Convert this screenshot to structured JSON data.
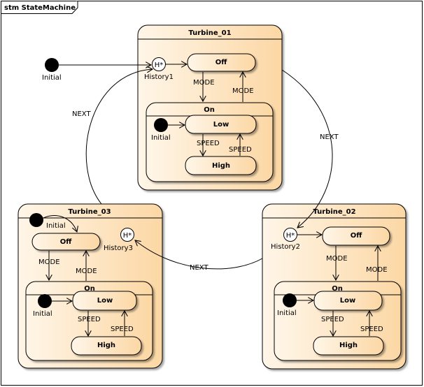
{
  "frame": {
    "title": "stm StateMachine"
  },
  "colors": {
    "state_fill_light": "#fff6e8",
    "state_fill_dark": "#fcd7a4",
    "border": "#000000"
  },
  "turbines": [
    {
      "title": "Turbine_01",
      "off_label": "Off",
      "on_label": "On",
      "low_label": "Low",
      "high_label": "High",
      "initial_label": "Initial",
      "history_label": "History1",
      "history_symbol": "H*",
      "mode_down": "MODE",
      "mode_up": "MODE",
      "speed_down": "SPEED",
      "speed_up": "SPEED"
    },
    {
      "title": "Turbine_02",
      "off_label": "Off",
      "on_label": "On",
      "low_label": "Low",
      "high_label": "High",
      "initial_label": "Initial",
      "history_label": "History2",
      "history_symbol": "H*",
      "mode_down": "MODE",
      "mode_up": "MODE",
      "speed_down": "SPEED",
      "speed_up": "SPEED"
    },
    {
      "title": "Turbine_03",
      "off_label": "Off",
      "on_label": "On",
      "low_label": "Low",
      "high_label": "High",
      "initial_label": "Initial",
      "initial2_label": "Initial",
      "history_label": "History3",
      "history_symbol": "H*",
      "mode_down": "MODE",
      "mode_up": "MODE",
      "speed_down": "SPEED",
      "speed_up": "SPEED"
    }
  ],
  "top_initial": {
    "label": "Initial"
  },
  "transitions": {
    "next_1": "NEXT",
    "next_2": "NEXT",
    "next_3": "NEXT"
  }
}
